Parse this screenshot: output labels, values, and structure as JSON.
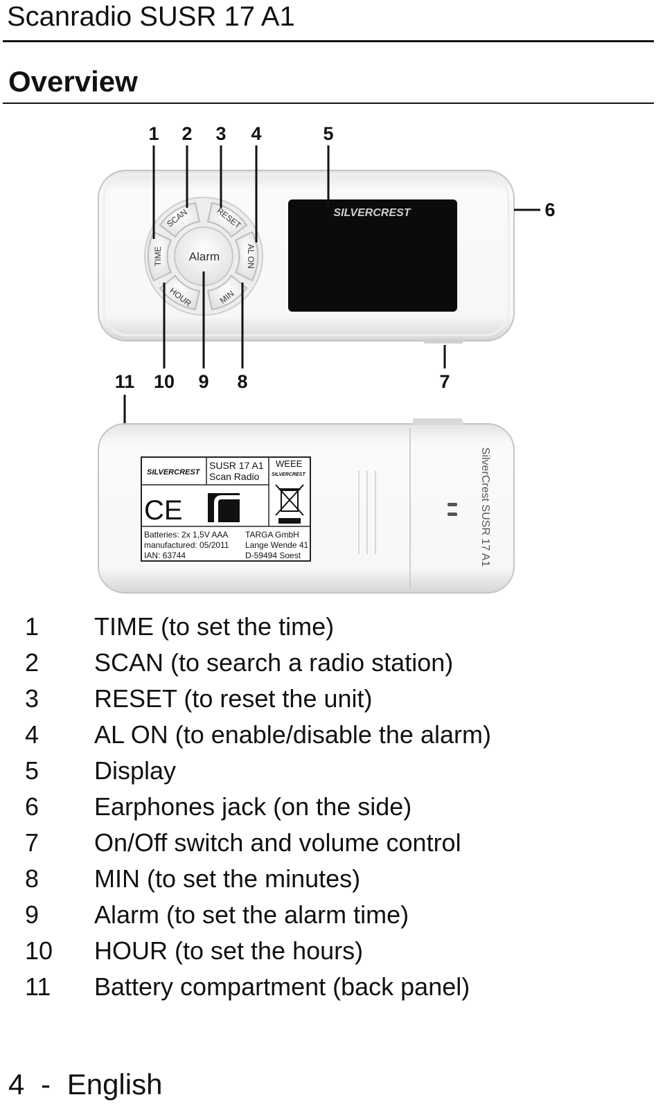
{
  "header": {
    "title": "Scanradio SUSR 17 A1"
  },
  "section": {
    "heading": "Overview"
  },
  "figure": {
    "callouts": [
      "1",
      "2",
      "3",
      "4",
      "5",
      "6",
      "7",
      "8",
      "9",
      "10",
      "11"
    ],
    "front": {
      "brand": "SILVERCREST",
      "buttons": {
        "time": "TIME",
        "scan": "SCAN",
        "reset": "RESET",
        "al_on": "AL ON",
        "min": "MIN",
        "hour": "HOUR",
        "alarm": "Alarm"
      }
    },
    "back": {
      "brand": "SILVERCREST",
      "model": "SUSR 17 A1",
      "product": "Scan Radio",
      "weee": "WEEE",
      "weee_brand": "SILVERCREST",
      "ce": "CE",
      "batteries": "Batteries: 2x 1,5V AAA",
      "manufactured": "manufactured: 05/2011",
      "ian": "IAN: 63744",
      "company": "TARGA GmbH",
      "street": "Lange Wende 41",
      "city": "D-59494 Soest",
      "side_text": "SilverCrest SUSR 17 A1"
    }
  },
  "legend": [
    {
      "num": "1",
      "text": "TIME (to set the time)"
    },
    {
      "num": "2",
      "text": "SCAN (to search a radio station)"
    },
    {
      "num": "3",
      "text": "RESET (to reset the unit)"
    },
    {
      "num": "4",
      "text": "AL ON (to enable/disable the alarm)"
    },
    {
      "num": "5",
      "text": "Display"
    },
    {
      "num": "6",
      "text": "Earphones jack (on the side)"
    },
    {
      "num": "7",
      "text": "On/Off switch and volume control"
    },
    {
      "num": "8",
      "text": "MIN (to set the minutes)"
    },
    {
      "num": "9",
      "text": "Alarm (to set the alarm time)"
    },
    {
      "num": "10",
      "text": "HOUR (to set the hours)"
    },
    {
      "num": "11",
      "text": "Battery compartment (back panel)"
    }
  ],
  "footer": {
    "page": "4",
    "separator": "-",
    "language": "English"
  }
}
